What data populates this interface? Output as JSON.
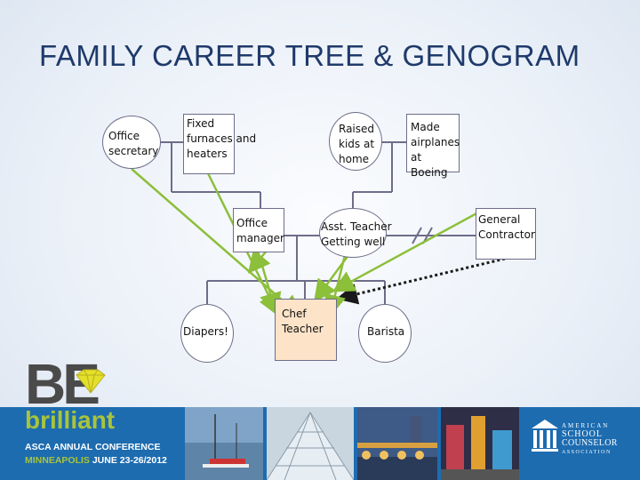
{
  "title": "FAMILY CAREER TREE & GENOGRAM",
  "nodes": {
    "office_secretary": "Office\nsecretary",
    "fixed_furnaces": "Fixed\nfurnaces and\nheaters",
    "raised_kids": "Raised\nkids at\nhome",
    "made_airplanes": "Made\nairplanes\nat Boeing",
    "office_manager": "Office\nmanager",
    "asst_teacher": "Asst. Teacher\nGetting well",
    "general_contractor": "General\nContractor",
    "diapers": "Diapers!",
    "chef_teacher": "Chef\nTeacher",
    "barista": "Barista"
  },
  "colors": {
    "title": "#1f3a6b",
    "line": "#6d6d8a",
    "arrow": "#8cbf3a",
    "dotted": "#1a1a1a",
    "highlight_fill": "#fde3c8",
    "band": "#1d6cb0",
    "brilliant": "#a8c43c"
  },
  "footer": {
    "be": "BE",
    "brilliant": "brilliant",
    "conference": "ASCA ANNUAL CONFERENCE",
    "city": "MINNEAPOLIS",
    "dates": "JUNE 23-26/2012",
    "asca_line1": "AMERICAN",
    "asca_line2": "SCHOOL",
    "asca_line3": "COUNSELOR",
    "asca_line4": "ASSOCIATION"
  }
}
